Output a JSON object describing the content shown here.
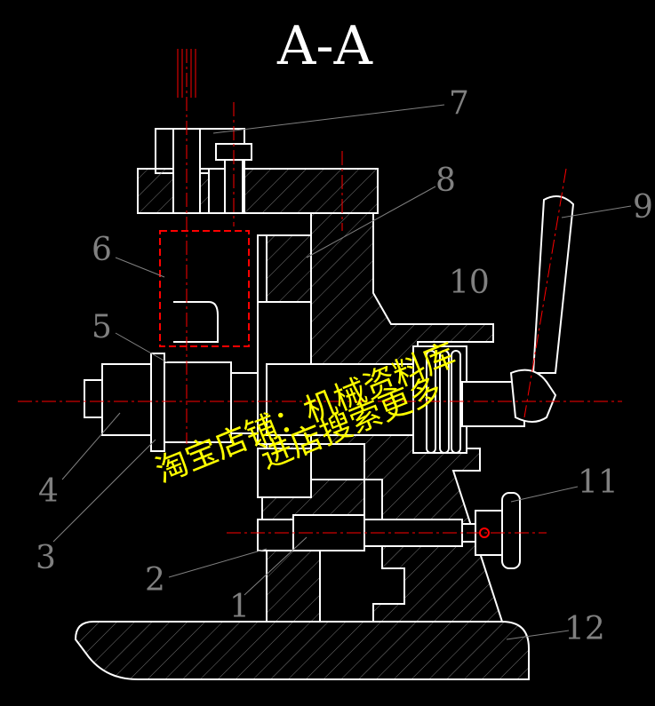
{
  "title": "A-A",
  "callouts": {
    "n1": "1",
    "n2": "2",
    "n3": "3",
    "n4": "4",
    "n5": "5",
    "n6": "6",
    "n7": "7",
    "n8": "8",
    "n9": "9",
    "n10": "10",
    "n11": "11",
    "n12": "12"
  },
  "watermark": {
    "line1": "淘宝店铺：机械资料库",
    "line2": "进店搜索更多"
  },
  "colors": {
    "background": "#000000",
    "outline": "#ffffff",
    "centerline": "#ff0000",
    "callout": "#808080",
    "watermark": "#ffff00"
  }
}
